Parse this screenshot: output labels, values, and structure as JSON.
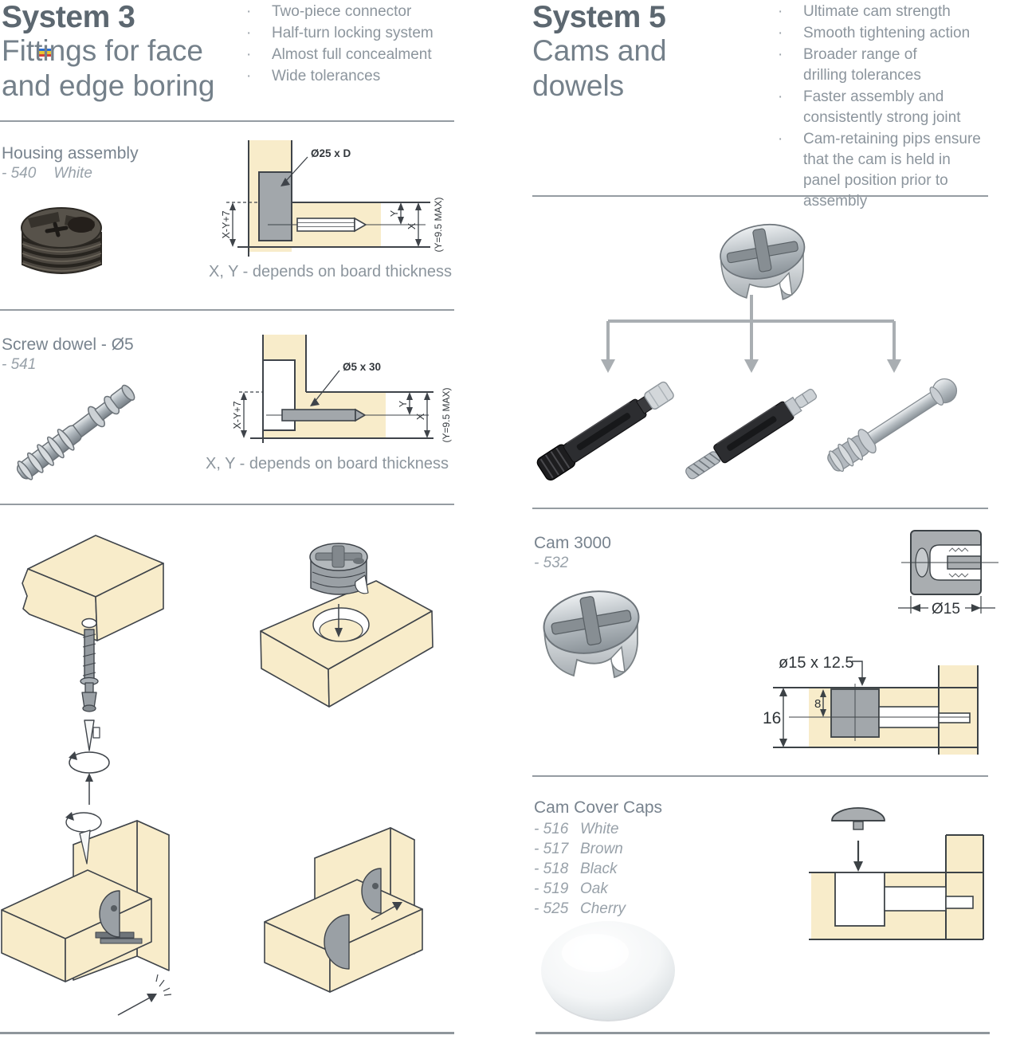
{
  "left": {
    "title": "System 3",
    "subtitle": "Fittings for face and edge boring",
    "bullets": [
      "Two-piece connector",
      "Half-turn locking system",
      "Almost full concealment",
      "Wide tolerances"
    ],
    "housing": {
      "heading": "Housing assembly",
      "code": "- 540",
      "finish": "White",
      "diagram": {
        "bore_label": "Ø25 x D",
        "dim_left": "X-Y+7",
        "dim_y": "Y",
        "dim_x": "X",
        "dim_note": "(Y=9.5 MAX)",
        "caption": "X, Y - depends on board thickness"
      }
    },
    "screw_dowel": {
      "heading": "Screw dowel - Ø5",
      "code": "- 541",
      "diagram": {
        "bore_label": "Ø5 x 30",
        "dim_left": "X-Y+7",
        "dim_y": "Y",
        "dim_x": "X",
        "dim_note": "(Y=9.5 MAX)",
        "caption": "X, Y - depends on board thickness"
      }
    }
  },
  "right": {
    "title": "System 5",
    "subtitle": "Cams and dowels",
    "bullets": [
      "Ultimate cam strength",
      "Smooth tightening action",
      "Broader range of drilling tolerances",
      "Faster assembly and consistently strong joint",
      "Cam-retaining pips ensure that the cam is held in panel position prior to assembly"
    ],
    "cam3000": {
      "heading": "Cam 3000",
      "code": "- 532",
      "top_view_dim": "Ø15",
      "section": {
        "bore_label": "ø15 x 12.5",
        "dim_depth": "8",
        "dim_height": "16"
      }
    },
    "cover_caps": {
      "heading": "Cam Cover Caps",
      "items": [
        {
          "code": "- 516",
          "finish": "White"
        },
        {
          "code": "- 517",
          "finish": "Brown"
        },
        {
          "code": "- 518",
          "finish": "Black"
        },
        {
          "code": "- 519",
          "finish": "Oak"
        },
        {
          "code": "- 525",
          "finish": "Cherry"
        }
      ]
    }
  },
  "colors": {
    "board": "#f8ecca",
    "drawing_line": "#3f444a",
    "steel_fill": "#a2a7ab",
    "divider": "#959ca2",
    "body_text": "#8c959d",
    "heading_text": "#5c6770",
    "arrow_gray": "#a9aeb2"
  }
}
